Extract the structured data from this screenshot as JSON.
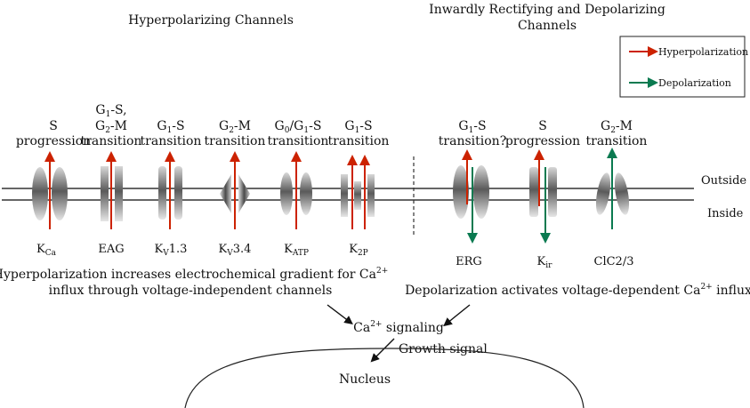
{
  "headings": {
    "hyperpolarizing": "Hyperpolarizing Channels",
    "inward_line1": "Inwardly Rectifying and Depolarizing",
    "inward_line2": "Channels"
  },
  "legend": {
    "hyperpolarization": "Hyperpolarization",
    "depolarization": "Depolarization"
  },
  "colors": {
    "hyperpolarization_arrow": "#cc2200",
    "depolarization_arrow": "#0a7a50",
    "membrane": "#333333"
  },
  "membrane": {
    "outside": "Outside",
    "inside": "Inside"
  },
  "channels": [
    {
      "phase_line1": "S",
      "phase_line2": "progression",
      "name": "K",
      "sub": "Ca",
      "rest": ""
    },
    {
      "phase_line0a": "G",
      "phase_line0a_sub": "1",
      "phase_line0a_rest": "-S,",
      "phase_line1a": "G",
      "phase_line1a_sub": "2",
      "phase_line1a_rest": "-M",
      "phase_line2": "transition",
      "name": "EAG",
      "sub": "",
      "rest": ""
    },
    {
      "phase_line1a": "G",
      "phase_line1a_sub": "1",
      "phase_line1a_rest": "-S",
      "phase_line2": "transition",
      "name": "K",
      "sub": "V",
      "rest": "1.3"
    },
    {
      "phase_line1a": "G",
      "phase_line1a_sub": "2",
      "phase_line1a_rest": "-M",
      "phase_line2": "transition",
      "name": "K",
      "sub": "V",
      "rest": "3.4"
    },
    {
      "phase_line1a": "G",
      "phase_line1a_sub": "0",
      "phase_line1a_mid": "/G",
      "phase_line1a_sub2": "1",
      "phase_line1a_rest": "-S",
      "phase_line2": "transition",
      "name": "K",
      "sub": "ATP",
      "rest": ""
    },
    {
      "phase_line1a": "G",
      "phase_line1a_sub": "1",
      "phase_line1a_rest": "-S",
      "phase_line2": "transition",
      "name": "K",
      "sub": "2P",
      "rest": ""
    },
    {
      "phase_line1a": "G",
      "phase_line1a_sub": "1",
      "phase_line1a_rest": "-S",
      "phase_line2": "transition?",
      "name": "ERG",
      "sub": "",
      "rest": ""
    },
    {
      "phase_line1": "S",
      "phase_line2": "progression",
      "name": "K",
      "sub": "ir",
      "rest": ""
    },
    {
      "phase_line1a": "G",
      "phase_line1a_sub": "2",
      "phase_line1a_rest": "-M",
      "phase_line2": "transition",
      "name": "ClC2/3",
      "sub": "",
      "rest": ""
    }
  ],
  "notes": {
    "hyper_line1_pre": "Hyperpolarization increases electrochemical gradient for Ca",
    "hyper_line1_sup": "2+",
    "hyper_line2": "influx through voltage-independent channels",
    "depol_pre": "Depolarization activates voltage-dependent Ca",
    "depol_sup": "2+",
    "depol_post": " influx",
    "ca_pre": "Ca",
    "ca_sup": "2+",
    "ca_post": " signaling",
    "growth": "Growth signal",
    "nucleus": "Nucleus"
  }
}
